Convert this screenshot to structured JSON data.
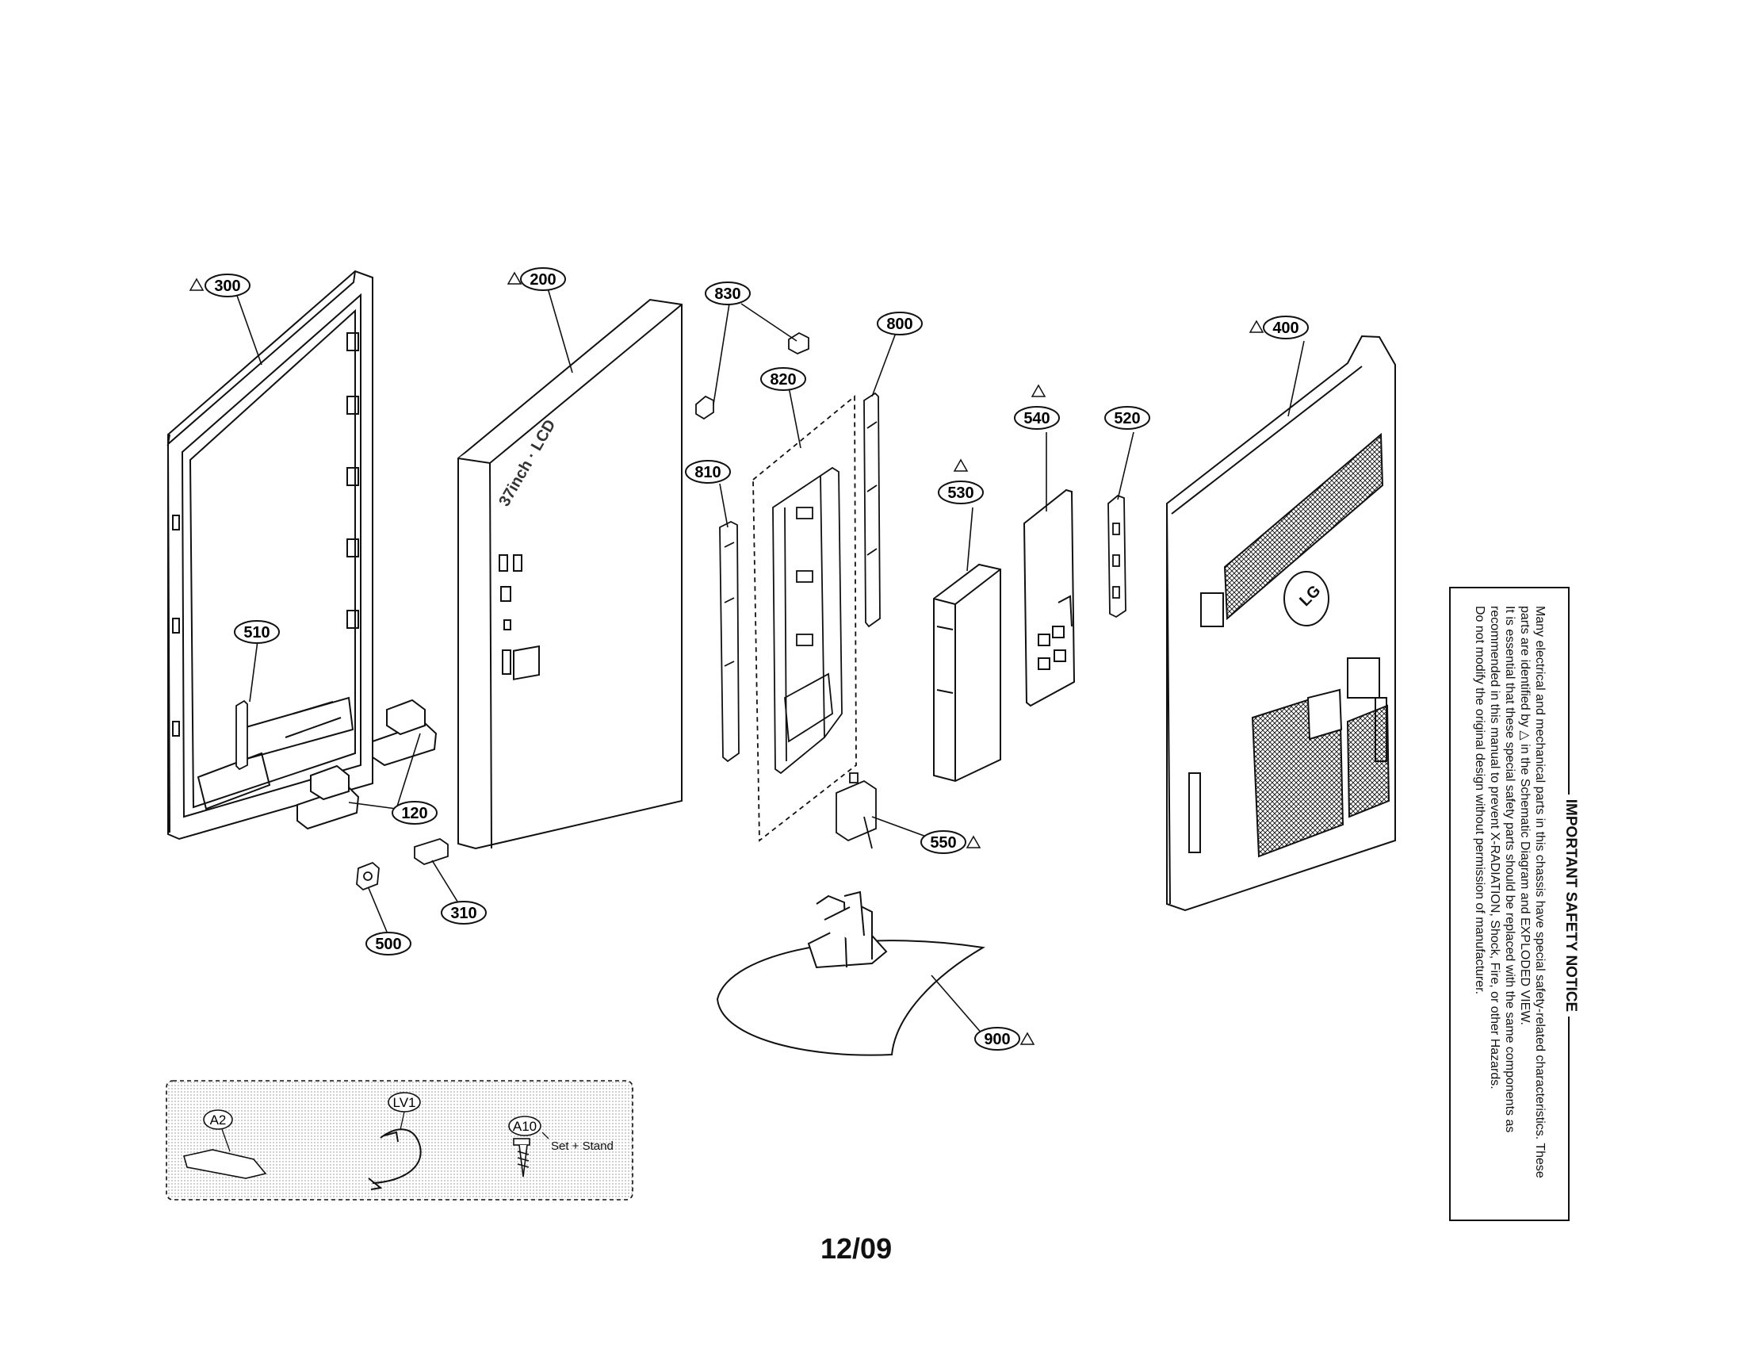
{
  "callouts": {
    "c300": "300",
    "c200": "200",
    "c830": "830",
    "c800": "800",
    "c820": "820",
    "c400": "400",
    "c540": "540",
    "c520": "520",
    "c810": "810",
    "c530": "530",
    "c510": "510",
    "c120": "120",
    "c550": "550",
    "c310": "310",
    "c500": "500",
    "c900": "900",
    "cA2": "A2",
    "cLV1": "LV1",
    "cA10": "A10"
  },
  "panel_label": "37inch · LCD",
  "accessory_note": "Set + Stand",
  "safety_notice": {
    "title": "IMPORTANT SAFETY NOTICE",
    "lines": [
      "Many electrical and mechanical parts in this chassis have special safety-related characteristics. These",
      "parts are identified by △ in the Schematic Diagram and EXPLODED VIEW.",
      "It is essential that these special safety parts should be replaced with the same components as",
      "recommended in this manual to prevent X-RADIATION, Shock, Fire, or other Hazards.",
      "Do not modify the original design without permission of manufacturer."
    ]
  },
  "page_code": "12/09",
  "warning_icon": "warning-triangle-icon",
  "colors": {
    "line": "#111111",
    "stipple": "#9a9a9a"
  }
}
